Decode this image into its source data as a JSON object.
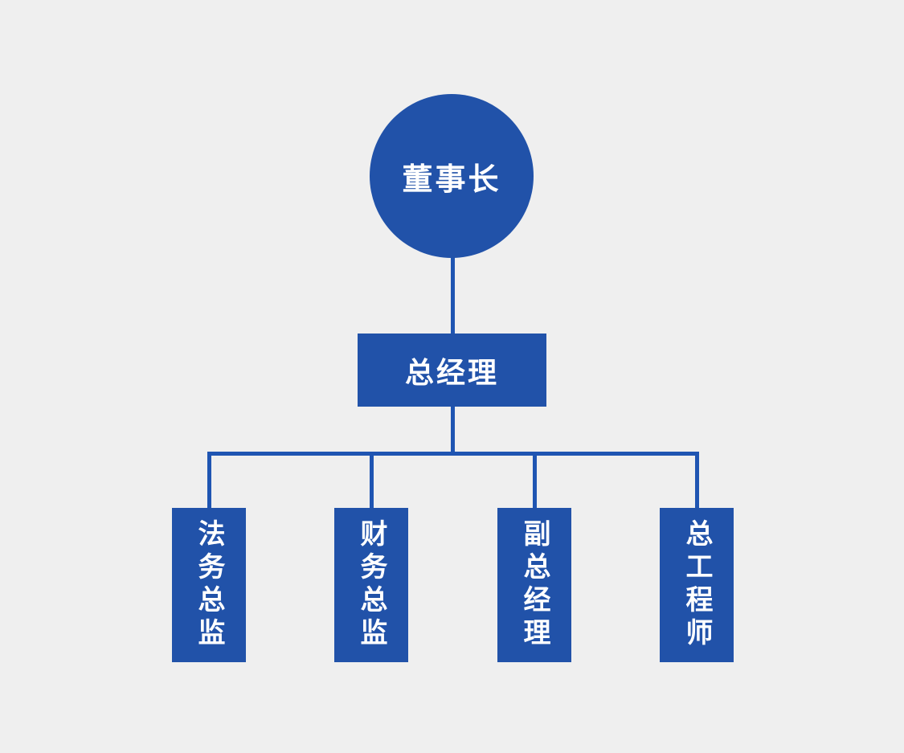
{
  "colors": {
    "background": "#efefef",
    "node_fill": "#2152a9",
    "connector": "#1f55b2",
    "text": "#ffffff"
  },
  "org_chart": {
    "chairman": {
      "label": "董事长"
    },
    "general_manager": {
      "label": "总经理"
    },
    "departments": [
      {
        "label": "法务总监"
      },
      {
        "label": "财务总监"
      },
      {
        "label": "副总经理"
      },
      {
        "label": "总工程师"
      }
    ]
  }
}
